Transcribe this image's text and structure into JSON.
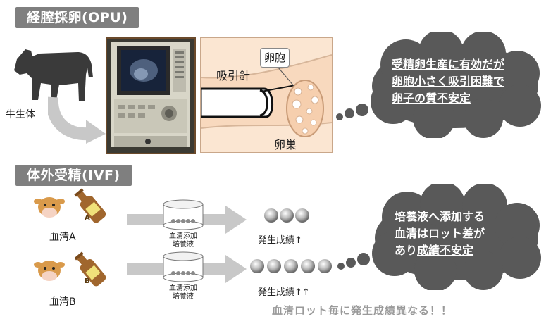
{
  "opu": {
    "title": "経膣採卵(OPU)",
    "cow_label": "牛生体",
    "needle_label": "吸引針",
    "follicle_label": "卵胞",
    "ovary_label": "卵巣",
    "cloud_lines": [
      "受精卵生産に有効だが",
      "卵胞小さく吸引困難で",
      "卵子の質不安定"
    ]
  },
  "ivf": {
    "title": "体外受精(IVF)",
    "serum_a_label": "血清A",
    "serum_b_label": "血清B",
    "medium_label_line1": "血清添加",
    "medium_label_line2": "培養液",
    "result_a": "発生成績↑",
    "result_b": "発生成績↑↑",
    "bottle_a_letter": "A",
    "bottle_b_letter": "B",
    "cloud_line1": "培養液へ添加する",
    "cloud_line2": "血清はロット差が",
    "cloud_line3_prefix": "あり",
    "cloud_line3_underlined": "成績不安定",
    "bottom_note": "血清ロット毎に発生成績異なる！！"
  },
  "colors": {
    "title_bg": "#7f7f7f",
    "cloud": "#595959",
    "arrow": "#c8c8c8",
    "diagram_bg": "#f8d9be",
    "ovary": "#f6cfae",
    "cow": "#3a3a3a",
    "bottle": "#a0662d"
  }
}
